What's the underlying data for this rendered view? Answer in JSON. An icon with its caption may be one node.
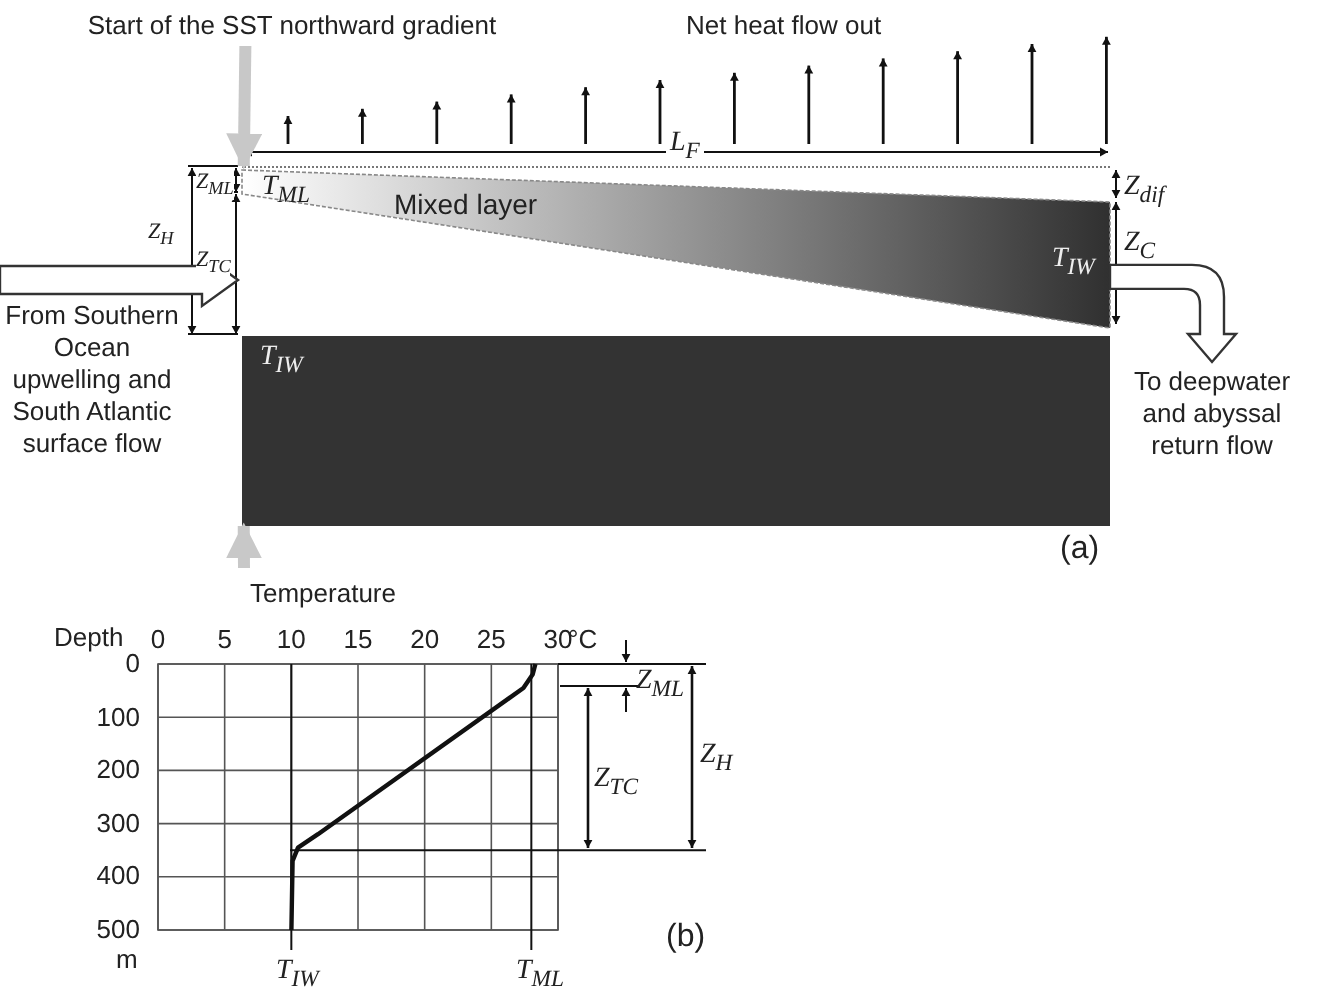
{
  "diagram": {
    "nodes": [
      {
        "text": [
          "Start of the SST northward gradient"
        ]
      },
      {
        "text": [],
        "shape": "box"
      },
      {
        "text": [
          "T$_{ML}$",
          "Mixed layer",
          "T$_{IW}$"
        ],
        "in": 1
      },
      {
        "text": [
          "From Southern Ocean upwelling and South Atlantic surface flow"
        ]
      },
      {
        "text": [
          "To deepwater and abyssal return flow"
        ]
      },
      {
        "text": [
          "T$_{IW}$"
        ]
      }
    ],
    "edges": [
      {
        "from": 0,
        "to": 1,
        "arrow": "to",
        "color": "#c8c8c8"
      },
      {
        "from": 3,
        "to": 1,
        "arrow": "to"
      },
      {
        "from": 1,
        "to": 4,
        "arrow": "to"
      },
      {
        "from": null,
        "to": 5,
        "arrow": "to",
        "color": "#c8c8c8"
      }
    ],
    "labels": [
      "Net heat flow out",
      "L$_{F}$",
      "Z$_{ML}$",
      "Z$_{H}$",
      "Z$_{TC}$",
      "Z$_{dif}$",
      "Z$_{C}$",
      "(a)",
      "°C",
      "m",
      "Z$_{ML}$",
      "Z$_{TC}$",
      "Z$_{H}$",
      "T$_{IW}$",
      "T$_{ML}$",
      "(b)"
    ],
    "chart_data": {
      "type": "line",
      "xlabel": "Temperature",
      "ylabel": "Depth",
      "x": [
        28.3,
        28.1,
        27.4,
        12,
        10.5,
        10.1,
        10
      ],
      "values": [
        0,
        20,
        45,
        320,
        345,
        370,
        500
      ],
      "xlim": [
        0,
        30
      ],
      "ylim": [
        500,
        0
      ],
      "xticks": [
        0,
        5,
        10,
        15,
        20,
        25,
        30
      ],
      "yticks": [
        0,
        100,
        200,
        300,
        400,
        500
      ],
      "grid": true,
      "ref_lines": [
        {
          "axis": "x",
          "value": 10
        },
        {
          "axis": "x",
          "value": 28
        },
        {
          "axis": "y",
          "value": 350
        }
      ]
    }
  }
}
